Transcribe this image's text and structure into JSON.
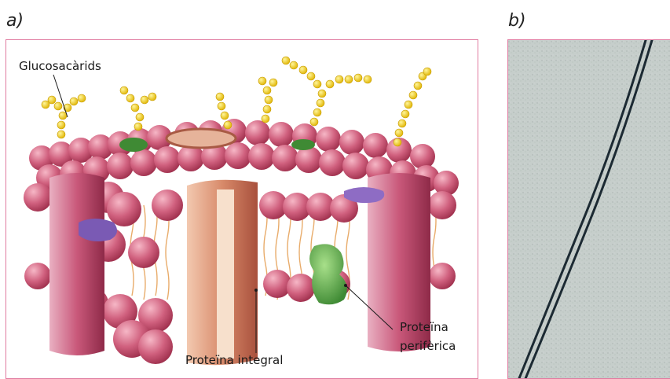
{
  "panels": {
    "a": {
      "label": "a)"
    },
    "b": {
      "label": "b)"
    }
  },
  "callouts": {
    "glucosacarids": "Glucosacàrids",
    "proteina_integral": "Proteïna integral",
    "proteina_periferica_line1": "Proteïna",
    "proteina_periferica_line2": "perifèrica"
  },
  "colors": {
    "frame_border": "#e07aa0",
    "phospholipid_head": "#c84a6a",
    "sugar_chain": "#f2d21a",
    "integral_protein": "#c8644a",
    "peripheral_protein": "#5aa84a",
    "purple_protein": "#7a5ab4",
    "micrograph_bg": "#c9d0cc",
    "micrograph_membrane": "#1c2a33"
  }
}
